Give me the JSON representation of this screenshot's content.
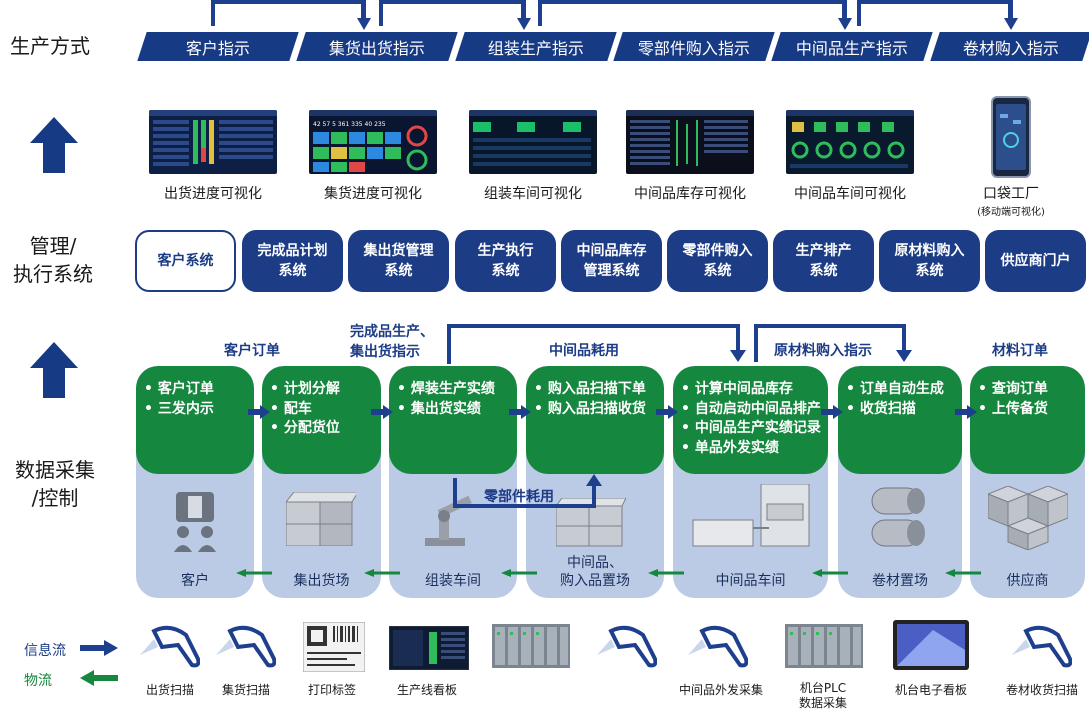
{
  "row_labels": {
    "production_mode": "生产方式",
    "management_line1": "管理/",
    "management_line2": "执行系统",
    "data_line1": "数据采集",
    "data_line2": "/控制"
  },
  "production_modes": [
    "客户指示",
    "集货出货指示",
    "组装生产指示",
    "零部件购入指示",
    "中间品生产指示",
    "卷材购入指示"
  ],
  "dashboards": [
    {
      "label": "出货进度可视化"
    },
    {
      "label": "集货进度可视化"
    },
    {
      "label": "组装车间可视化"
    },
    {
      "label": "中间品库存可视化"
    },
    {
      "label": "中间品车间可视化"
    }
  ],
  "mobile": {
    "label": "口袋工厂",
    "sublabel": "(移动端可视化)"
  },
  "systems": [
    {
      "line1": "客户系统",
      "line2": ""
    },
    {
      "line1": "完成品计划",
      "line2": "系统"
    },
    {
      "line1": "集出货管理",
      "line2": "系统"
    },
    {
      "line1": "生产执行",
      "line2": "系统"
    },
    {
      "line1": "中间品库存",
      "line2": "管理系统"
    },
    {
      "line1": "零部件购入",
      "line2": "系统"
    },
    {
      "line1": "生产排产",
      "line2": "系统"
    },
    {
      "line1": "原材料购入",
      "line2": "系统"
    },
    {
      "line1": "供应商门户",
      "line2": ""
    }
  ],
  "flow_headers": {
    "customer_order": "客户订单",
    "finished_line1": "完成品生产、",
    "finished_line2": "集出货指示",
    "intermediate_consumption": "中间品耗用",
    "raw_material": "原材料购入指示",
    "material_order": "材料订单",
    "parts_consumption": "零部件耗用"
  },
  "columns": [
    {
      "items": [
        "• 客户订单",
        "• 三发内示"
      ],
      "location": [
        "客户"
      ]
    },
    {
      "items": [
        "• 计划分解",
        "• 配车",
        "• 分配货位"
      ],
      "location": [
        "集出货场"
      ]
    },
    {
      "items": [
        "• 焊装生产实绩",
        "• 集出货实绩"
      ],
      "location": [
        "组装车间"
      ]
    },
    {
      "items": [
        "• 购入品扫描下单",
        "• 购入品扫描收货"
      ],
      "location": [
        "中间品、",
        "购入品置场"
      ]
    },
    {
      "items": [
        "• 计算中间品库存",
        "• 自动启动中间品排产",
        "• 中间品生产实绩记录",
        "• 单品外发实绩"
      ],
      "location": [
        "中间品车间"
      ]
    },
    {
      "items": [
        "• 订单自动生成",
        "• 收货扫描"
      ],
      "location": [
        "卷材置场"
      ]
    },
    {
      "items": [
        "• 查询订单",
        "• 上传备货"
      ],
      "location": [
        "供应商"
      ]
    }
  ],
  "legend": {
    "info_flow": "信息流",
    "material_flow": "物流"
  },
  "devices": [
    {
      "label": "出货扫描",
      "icon": "scanner-icon"
    },
    {
      "label": "集货扫描",
      "icon": "scanner-icon"
    },
    {
      "label": "打印标签",
      "icon": "label-icon"
    },
    {
      "label": "生产线看板",
      "icon": "board-icon"
    },
    {
      "label": "",
      "icon": "plc-icon"
    },
    {
      "label": "",
      "icon": "scanner-icon"
    },
    {
      "label": "中间品外发采集",
      "icon": "scanner-icon"
    },
    {
      "label": "机台PLC",
      "label2": "数据采集",
      "icon": "plc-icon"
    },
    {
      "label": "机台电子看板",
      "icon": "tablet-icon"
    },
    {
      "label": "卷材收货扫描",
      "icon": "scanner-icon"
    }
  ],
  "colors": {
    "navy": "#173a85",
    "green": "#16873f",
    "panel": "#bccbe5"
  }
}
